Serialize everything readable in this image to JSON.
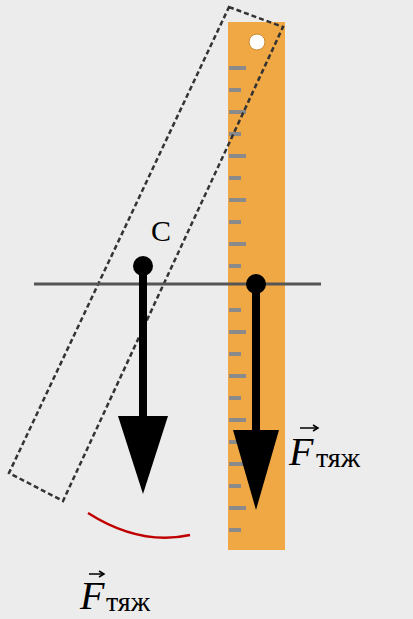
{
  "diagram": {
    "labels": [
      "C",
      "F",
      "тяж",
      "F",
      "тяж"
    ]
  }
}
